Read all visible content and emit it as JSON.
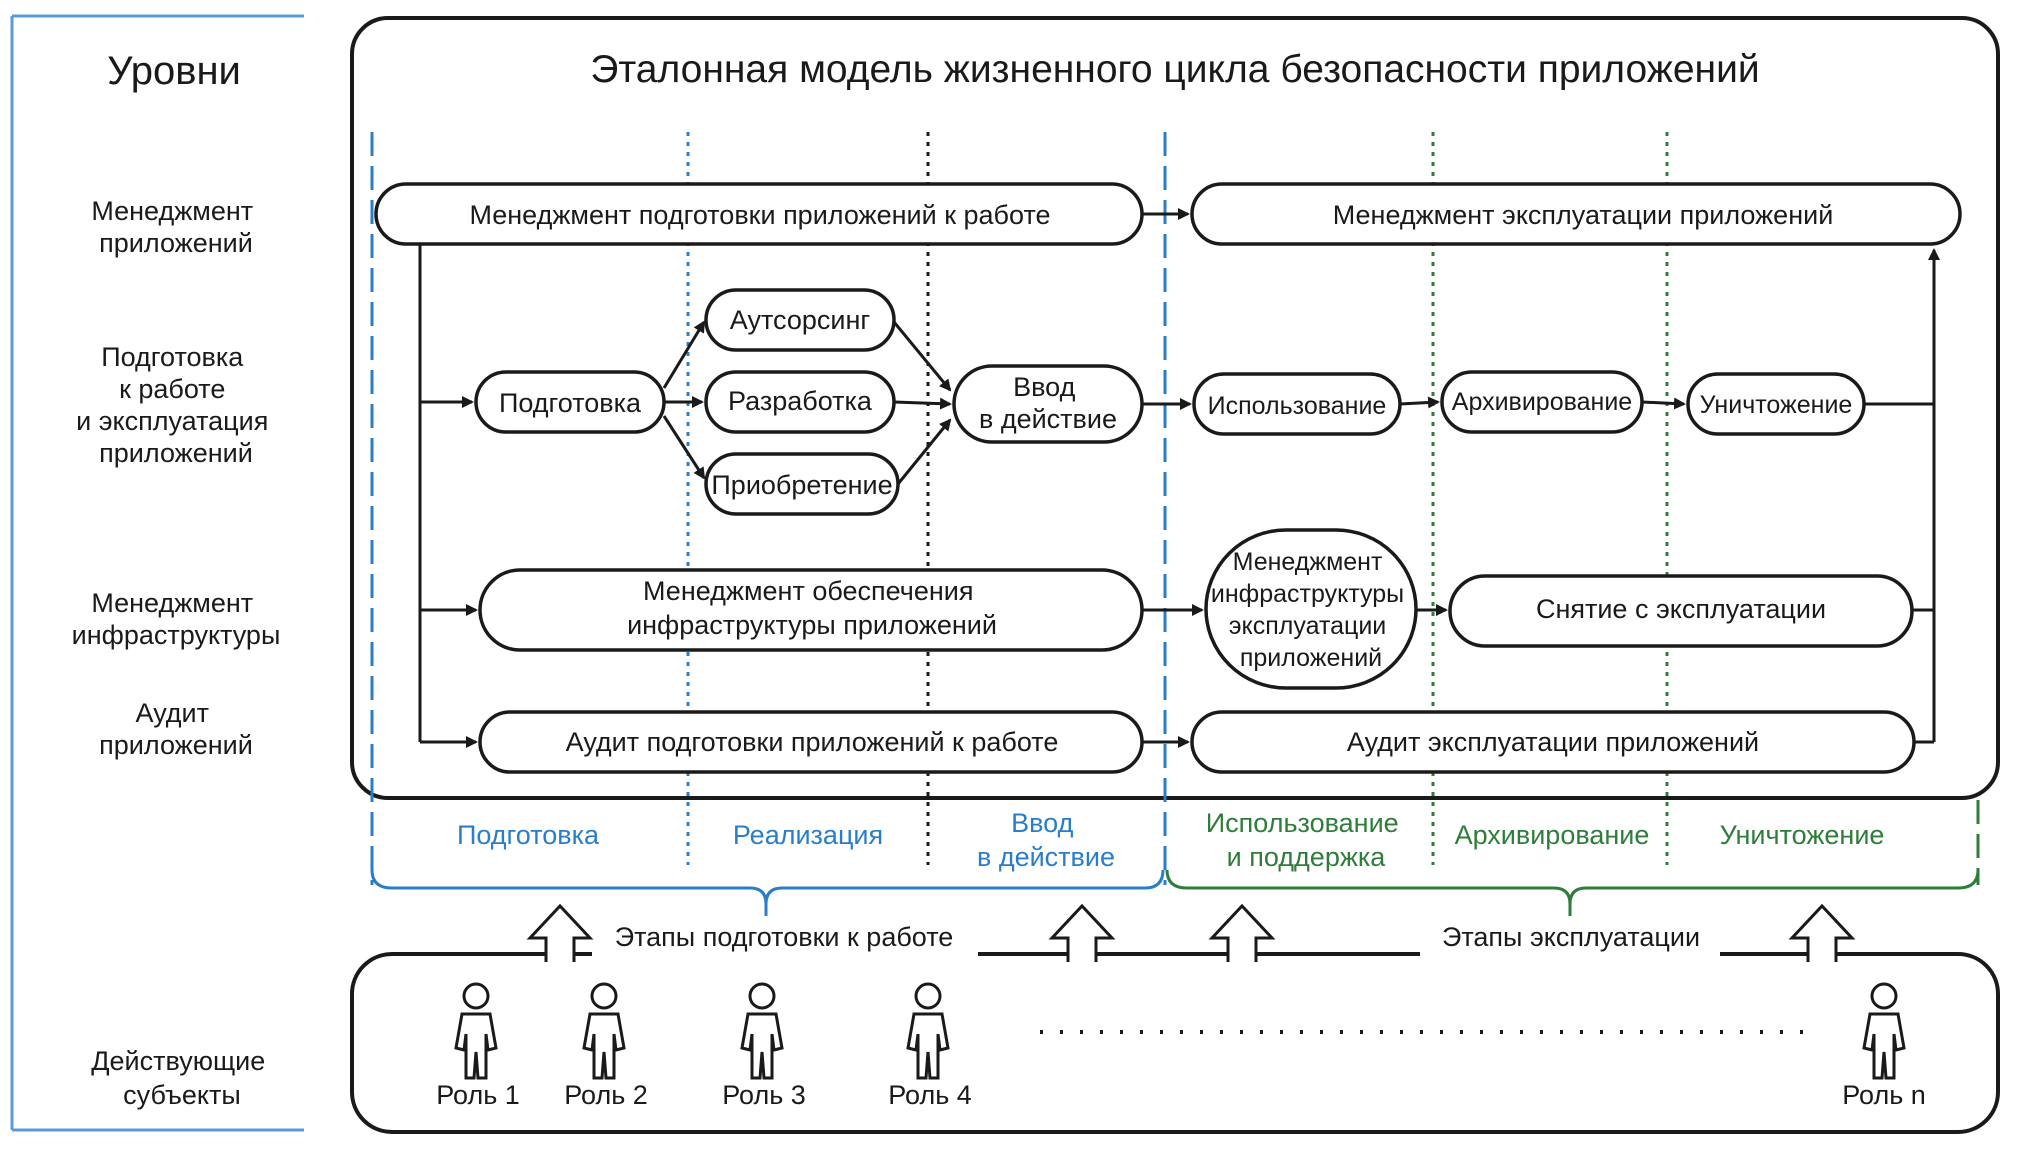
{
  "levels": {
    "title": "Уровни",
    "app_management": [
      "Менеджмент",
      "приложений"
    ],
    "prep_operation": [
      "Подготовка",
      "к работе",
      "и эксплуатация",
      "приложений"
    ],
    "infra_management": [
      "Менеджмент",
      "инфраструктуры"
    ],
    "audit": [
      "Аудит",
      "приложений"
    ],
    "actors": [
      "Действующие",
      "субъекты"
    ]
  },
  "model": {
    "title": "Эталонная модель жизненного цикла безопасности приложений",
    "row1": {
      "left": "Менеджмент подготовки приложений к работе",
      "right": "Менеджмент эксплуатации приложений"
    },
    "row2": {
      "prep": "Подготовка",
      "outsourcing": "Аутсорсинг",
      "development": "Разработка",
      "acquisition": "Приобретение",
      "commissioning": [
        "Ввод",
        "в действие"
      ],
      "use": "Использование",
      "archiving": "Архивирование",
      "destruction": "Уничтожение"
    },
    "row3": {
      "left": [
        "Менеджмент обеспечения",
        "инфраструктуры приложений"
      ],
      "middle": [
        "Менеджмент",
        "инфраструктуры",
        "эксплуатации",
        "приложений"
      ],
      "right": "Снятие с эксплуатации"
    },
    "row4": {
      "left": "Аудит подготовки приложений к работе",
      "right": "Аудит эксплуатации приложений"
    }
  },
  "stages": {
    "preparation": "Подготовка",
    "implementation": "Реализация",
    "commissioning": [
      "Ввод",
      "в действие"
    ],
    "use_support": [
      "Использование",
      "и поддержка"
    ],
    "archiving": "Архивирование",
    "destruction": "Уничтожение",
    "prep_group": "Этапы подготовки к работе",
    "ops_group": "Этапы эксплуатации"
  },
  "roles": [
    "Роль 1",
    "Роль 2",
    "Роль 3",
    "Роль 4",
    "Роль n"
  ],
  "colors": {
    "blue": "#2a7dc9",
    "green": "#2f7d3a",
    "ink": "#1a1a1a",
    "left_rule": "#5b9bd5"
  }
}
